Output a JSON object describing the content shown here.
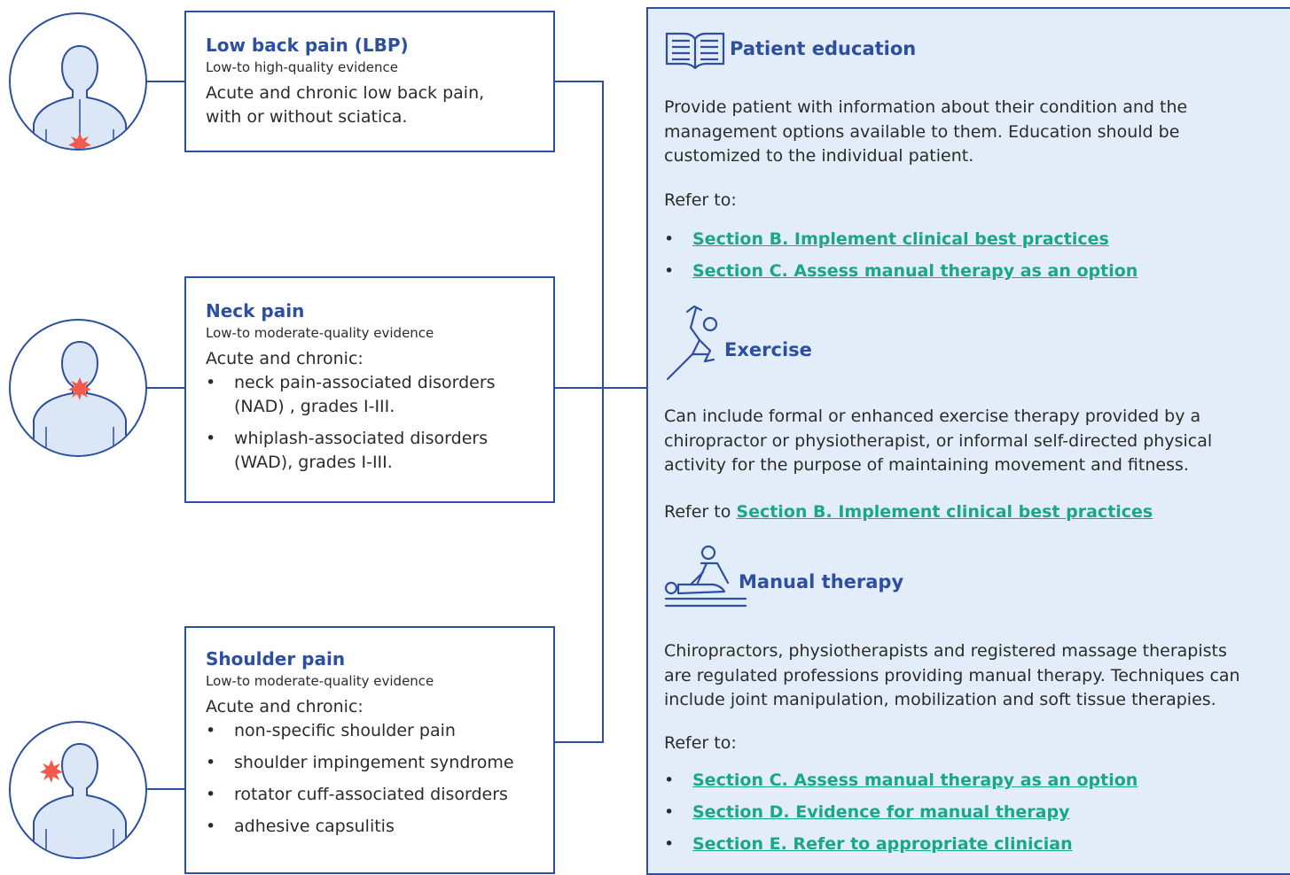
{
  "conditions": [
    {
      "title": "Low back pain (LBP)",
      "evidence": "Low-to high-quality evidence",
      "description": "Acute and chronic low back pain, with or without sciatica.",
      "pain_site": "lower-back"
    },
    {
      "title": "Neck pain",
      "evidence": "Low-to moderate-quality evidence",
      "intro": "Acute and chronic:",
      "items": [
        "neck pain-associated disorders (NAD) , grades I-III.",
        "whiplash-associated disorders (WAD), grades I-III."
      ],
      "pain_site": "neck"
    },
    {
      "title": "Shoulder pain",
      "evidence": "Low-to moderate-quality evidence",
      "intro": "Acute and chronic:",
      "items": [
        "non-specific shoulder pain",
        "shoulder impingement syndrome",
        "rotator cuff-associated disorders",
        "adhesive capsulitis"
      ],
      "pain_site": "shoulder"
    }
  ],
  "treatments": {
    "education": {
      "icon": "book-icon",
      "title": "Patient education",
      "text": "Provide patient with information about their condition and the management options available to them. Education should be customized to the individual patient.",
      "refer_label": "Refer to:",
      "links": [
        "Section B. Implement clinical best practices",
        "Section C. Assess manual therapy as an option"
      ]
    },
    "exercise": {
      "icon": "stretching-person-icon",
      "title": "Exercise",
      "text": "Can include formal or enhanced exercise therapy provided by a chiropractor or physiotherapist, or informal self-directed physical activity for the purpose of maintaining movement and fitness.",
      "refer_label": "Refer to",
      "link": "Section B. Implement clinical best practices"
    },
    "manual": {
      "icon": "massage-table-icon",
      "title": "Manual therapy",
      "text": "Chiropractors, physiotherapists and registered massage therapists are regulated professions providing manual therapy. Techniques can include joint manipulation, mobilization and soft tissue therapies.",
      "refer_label": "Refer to:",
      "links": [
        "Section C. Assess manual therapy as an option",
        "Section D. Evidence for manual therapy",
        "Section E. Refer to appropriate clinician"
      ]
    }
  },
  "colors": {
    "primary": "#2d4fa0",
    "panel_bg": "#e3edf9",
    "link": "#1aa68a",
    "pain_marker": "#f05a4f",
    "body_fill": "#dbe6f6"
  }
}
